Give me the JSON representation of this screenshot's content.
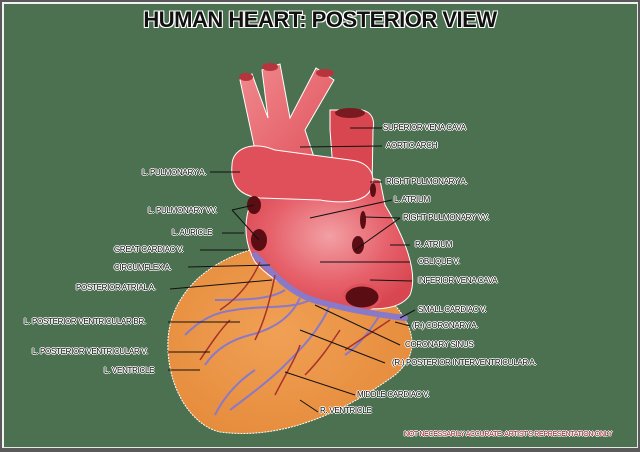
{
  "title": "HUMAN HEART: POSTERIOR VIEW",
  "colors": {
    "background": "#4c7150",
    "border": "#5a5a5a",
    "atria": "#e2545a",
    "ventricles": "#ea9448",
    "veins": "#8a78c8",
    "arteries": "#a8322a",
    "footer_text": "#a0202a"
  },
  "labels_right": [
    {
      "id": "superior-vena-cava",
      "text": "SUPERIOR VENA CAVA"
    },
    {
      "id": "aortic-arch",
      "text": "AORTIC ARCH"
    },
    {
      "id": "right-pulmonary-a",
      "text": "RIGHT PULMONARY A."
    },
    {
      "id": "l-atrium",
      "text": "L. ATRIUM"
    },
    {
      "id": "right-pulmonary-vv",
      "text": "RIGHT PULMONARY VV."
    },
    {
      "id": "r-atrium",
      "text": "R. ATRIUM"
    },
    {
      "id": "oblique-v",
      "text": "OBLIQUE V."
    },
    {
      "id": "inferior-vena-cava",
      "text": "INFERIOR VENA CAVA"
    },
    {
      "id": "small-cardiac-v",
      "text": "SMALL CARDIAC V."
    },
    {
      "id": "r-coronary-a",
      "text": "(R.) CORONARY A."
    },
    {
      "id": "coronary-sinus",
      "text": "CORONARY SINUS"
    },
    {
      "id": "r-posterior-interventricular-a",
      "text": "(R.) POSTERIOR INTERVENTRICULAR A."
    },
    {
      "id": "middle-cardiac-v",
      "text": "MIDDLE CARDIAC V."
    },
    {
      "id": "r-ventricle",
      "text": "R. VENTRICLE"
    }
  ],
  "labels_left": [
    {
      "id": "l-pulmonary-a",
      "text": "L. PULMONARY A."
    },
    {
      "id": "l-pulmonary-vv",
      "text": "L. PULMONARY VV."
    },
    {
      "id": "l-auricle",
      "text": "L. AURICLE"
    },
    {
      "id": "great-cardiac-v",
      "text": "GREAT CARDIAC V."
    },
    {
      "id": "circumflex-a",
      "text": "CIRCUMFLEX A."
    },
    {
      "id": "posterior-atrial-a",
      "text": "POSTERIOR ATRIAL A."
    },
    {
      "id": "l-posterior-ventricular-br",
      "text": "L. POSTERIOR VENTRICULAR BR."
    },
    {
      "id": "l-posterior-ventricular-v",
      "text": "L. POSTERIOR VENTRICULAR V."
    },
    {
      "id": "l-ventricle",
      "text": "L. VENTRICLE"
    }
  ],
  "footer": "NOT NECESSARILY ACCURATE: ARTIST'S REPRESENTATION ONLY"
}
